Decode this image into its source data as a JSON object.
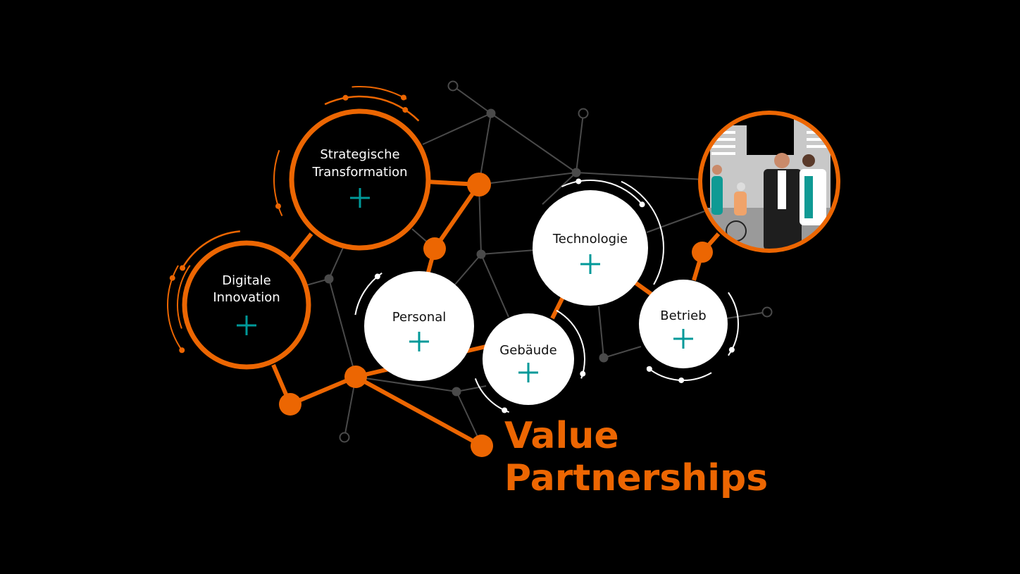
{
  "colors": {
    "accent": "#ec6602",
    "plus": "#009999",
    "network": "#4a4a4a",
    "background": "#000000"
  },
  "nodes": {
    "strategic": {
      "line1": "Strategische",
      "line2": "Transformation"
    },
    "digital": {
      "line1": "Digitale",
      "line2": "Innovation"
    },
    "personal": {
      "label": "Personal"
    },
    "technology": {
      "label": "Technologie"
    },
    "building": {
      "label": "Gebäude"
    },
    "operations": {
      "label": "Betrieb"
    }
  },
  "title": {
    "line1": "Value",
    "line2": "Partnerships"
  }
}
